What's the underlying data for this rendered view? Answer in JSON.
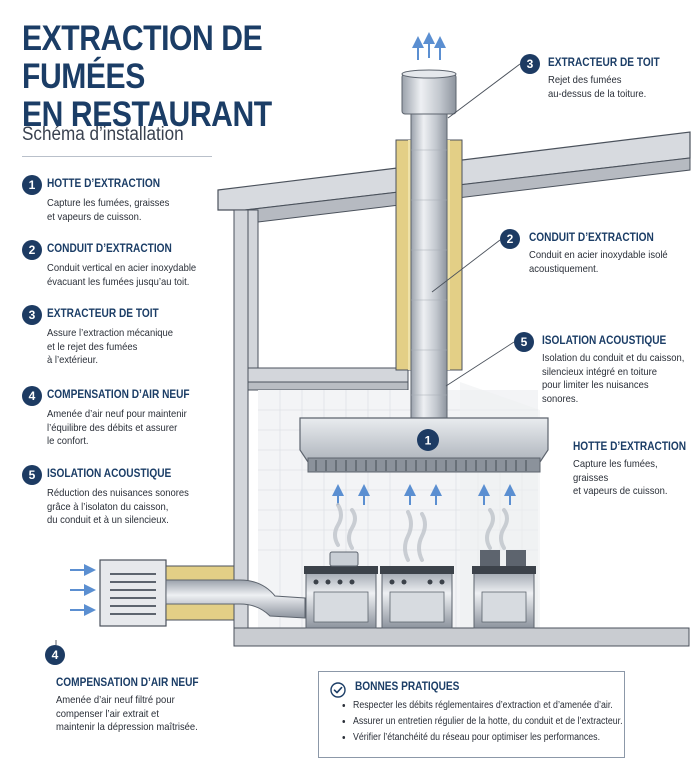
{
  "header": {
    "title_line1": "EXTRACTION DE FUMÉES",
    "title_line2": "EN RESTAURANT",
    "subtitle": "Schéma d’installation"
  },
  "legend": [
    {
      "num": "1",
      "title": "HOTTE D’EXTRACTION",
      "desc": "Capture les fumées, graisses\net vapeurs de cuisson."
    },
    {
      "num": "2",
      "title": "CONDUIT D’EXTRACTION",
      "desc": "Conduit vertical en acier inoxydable\névacuant les fumées jusqu’au toit."
    },
    {
      "num": "3",
      "title": "EXTRACTEUR DE TOIT",
      "desc": "Assure l’extraction mécanique\net le rejet des fumées\nà l’extérieur."
    },
    {
      "num": "4",
      "title": "COMPENSATION D’AIR NEUF",
      "desc": "Amenée d’air neuf pour maintenir\nl’équilibre des débits et assurer\nle confort."
    },
    {
      "num": "5",
      "title": "ISOLATION ACOUSTIQUE",
      "desc": "Réduction des nuisances sonores\ngrâce à l’isolaton du caisson,\ndu conduit et à un silencieux."
    }
  ],
  "callouts": {
    "roof_fan": {
      "num": "3",
      "title": "EXTRACTEUR DE TOIT",
      "desc": "Rejet des fumées\nau-dessus de la toiture."
    },
    "duct": {
      "num": "2",
      "title": "CONDUIT D’EXTRACTION",
      "desc": "Conduit en acier inoxydable isolé\nacoustiquement."
    },
    "insulation": {
      "num": "5",
      "title": "ISOLATION ACOUSTIQUE",
      "desc": "Isolation du conduit et du caisson,\nsilencieux intégré en toiture\npour limiter les nuisances sonores."
    },
    "hood": {
      "num": "1",
      "title": "HOTTE D’EXTRACTION",
      "desc": "Capture les fumées, graisses\net vapeurs de cuisson."
    },
    "fresh_air": {
      "num": "4",
      "title": "COMPENSATION D’AIR NEUF",
      "desc": "Amenée d’air neuf filtré pour\ncompenser l’air extrait et\nmaintenir la dépression maîtrisée."
    }
  },
  "practices": {
    "title": "BONNES PRATIQUES",
    "items": [
      "Respecter les débits réglementaires d’extraction et d’amenée d’air.",
      "Assurer un entretien régulier de la hotte, du conduit et de l’extracteur.",
      "Vérifier l’étanchéité du réseau pour optimiser les performances."
    ]
  },
  "colors": {
    "navy": "#1b3d66",
    "badge": "#1d3b63",
    "arrow": "#5b8fd1",
    "insulation": "#e3cf86",
    "steel": "#c9ced5"
  }
}
